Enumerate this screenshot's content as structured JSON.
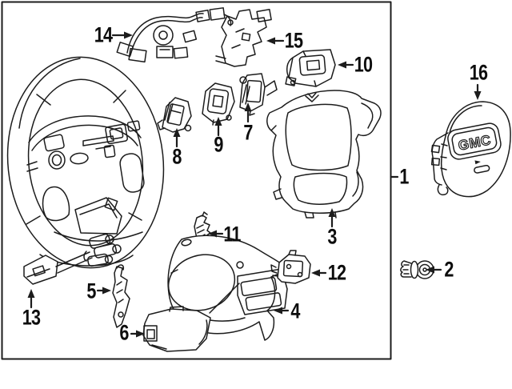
{
  "figure": {
    "type": "parts-diagram",
    "subject": "steering wheel assembly exploded view",
    "emblem": "GMC",
    "line_color": "#1c1c1c",
    "background": "#ffffff"
  },
  "callouts": {
    "c1": "1",
    "c2": "2",
    "c3": "3",
    "c4": "4",
    "c5": "5",
    "c6": "6",
    "c7": "7",
    "c8": "8",
    "c9": "9",
    "c10": "10",
    "c11": "11",
    "c12": "12",
    "c13": "13",
    "c14": "14",
    "c15": "15",
    "c16": "16"
  }
}
